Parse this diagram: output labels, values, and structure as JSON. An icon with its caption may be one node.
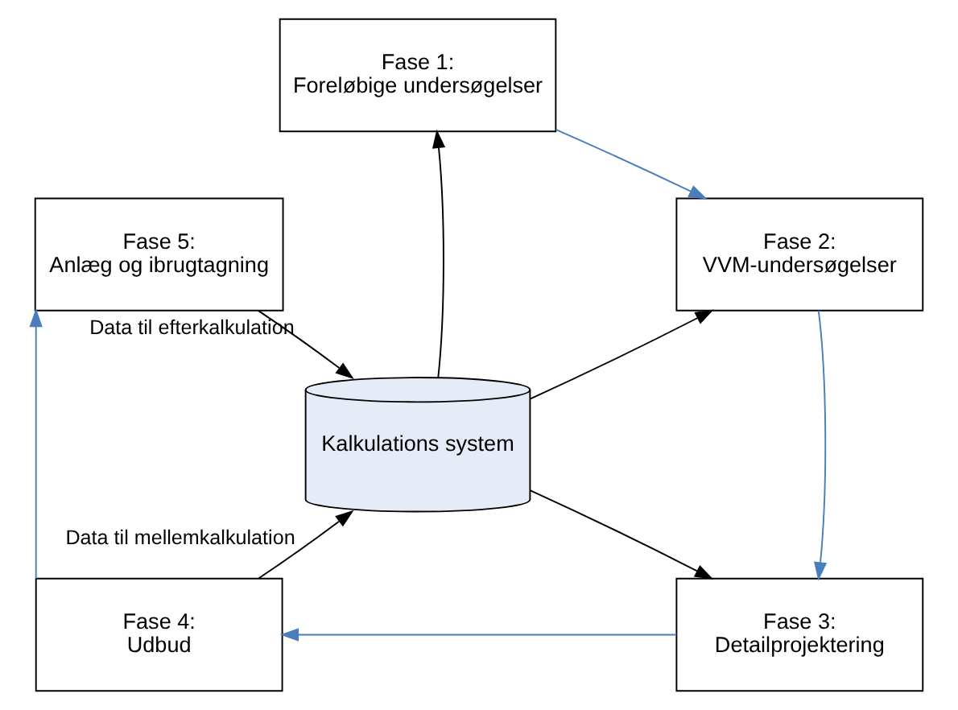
{
  "diagram": {
    "nodes": [
      {
        "text": [
          "Fase 1:",
          "Foreløbige undersøgelser"
        ]
      },
      {
        "text": [
          "Fase 5:",
          "Anlæg og ibrugtagning"
        ]
      },
      {
        "text": [
          "Fase 2:",
          "VVM-undersøgelser"
        ]
      },
      {
        "text": [
          "Kalkulations system"
        ]
      },
      {
        "text": [
          "Fase 4:",
          "Udbud"
        ]
      },
      {
        "text": [
          "Fase 3:",
          "Detailprojektering"
        ]
      }
    ],
    "edges": [
      {
        "from": 3,
        "to": 0,
        "arrow": "to"
      },
      {
        "from": 0,
        "to": 2,
        "arrow": "to",
        "color": "#4a7ebb"
      },
      {
        "from": 3,
        "to": 2,
        "arrow": "to"
      },
      {
        "from": 2,
        "to": 5,
        "arrow": "to",
        "color": "#4a7ebb"
      },
      {
        "from": 3,
        "to": 5,
        "arrow": "to"
      },
      {
        "from": 5,
        "to": 4,
        "arrow": "to",
        "color": "#4a7ebb"
      },
      {
        "from": 4,
        "to": 3,
        "arrow": "to",
        "label": "Data til mellemkalkulation"
      },
      {
        "from": 4,
        "to": 1,
        "arrow": "to",
        "color": "#4a7ebb"
      },
      {
        "from": 1,
        "to": 3,
        "arrow": "to",
        "label": "Data til efterkalkulation"
      }
    ]
  }
}
